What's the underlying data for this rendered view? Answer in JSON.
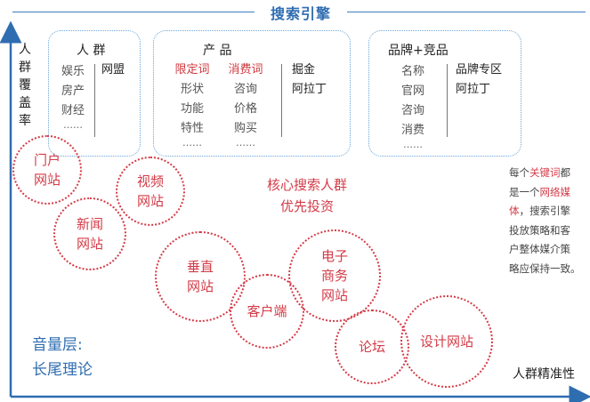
{
  "title": "搜索引擎",
  "y_axis_label": [
    "人",
    "群",
    "覆",
    "盖",
    "率"
  ],
  "x_axis_label": "人群精准性",
  "groups": {
    "crowd": {
      "heading": "人 群",
      "left": [
        "娱乐",
        "房产",
        "财经",
        "……"
      ],
      "right": [
        "网盟"
      ]
    },
    "product": {
      "heading": "产 品",
      "col1": [
        "限定词",
        "形状",
        "功能",
        "特性",
        "……"
      ],
      "col2": [
        "消费词",
        "咨询",
        "价格",
        "购买",
        "……"
      ],
      "col3": [
        "掘金",
        "阿拉丁"
      ]
    },
    "brand": {
      "heading": "品牌+竞品",
      "left": [
        "名称",
        "官网",
        "咨询",
        "消费",
        "……"
      ],
      "right": [
        "品牌专区",
        "阿拉丁"
      ]
    }
  },
  "circles": {
    "portal": [
      "门户",
      "网站"
    ],
    "video": [
      "视频",
      "网站"
    ],
    "news": [
      "新闻",
      "网站"
    ],
    "vertical": [
      "垂直",
      "网站"
    ],
    "client": [
      "客户端"
    ],
    "ecommerce": [
      "电子",
      "商务",
      "网站"
    ],
    "forum": [
      "论坛"
    ],
    "design": [
      "设计网站"
    ]
  },
  "core_text": [
    "核心搜索人群",
    "优先投资"
  ],
  "side_note": {
    "l1a": "每个",
    "l1b": "关键词",
    "l1c": "都",
    "l2a": "是一个",
    "l2b": "网络媒",
    "l3a": "体",
    "l3b": "，搜索引擎",
    "l4": "投放策略和客",
    "l5": "户整体媒介策",
    "l6": "略应保持一致。"
  },
  "tail_text": [
    "音量层:",
    "长尾理论"
  ],
  "colors": {
    "blue": "#2f6db1",
    "red": "#d33b47",
    "box_border": "#6aa6d8"
  }
}
